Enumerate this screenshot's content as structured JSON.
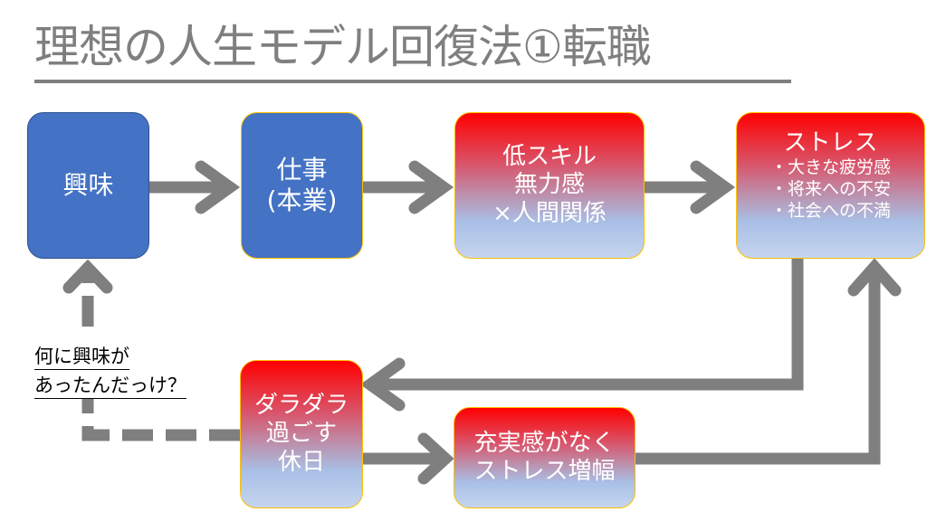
{
  "title": "理想の人生モデル回復法①転職",
  "colors": {
    "blue_box": "#4472c4",
    "gradient_top": "#ff0000",
    "gradient_bottom": "#a9bfe6",
    "arrow": "#7f7f7f",
    "box_border": "#ffc000"
  },
  "nodes": {
    "interest": {
      "lines": [
        "興味"
      ]
    },
    "work": {
      "lines": [
        "仕事",
        "(本業)"
      ]
    },
    "low_skill": {
      "lines": [
        "低スキル",
        "無力感",
        "×人間関係"
      ]
    },
    "stress": {
      "heading": "ストレス",
      "items": [
        "・大きな疲労感",
        "・将来への不安",
        "・社会への不満"
      ]
    },
    "lazy_holiday": {
      "lines": [
        "ダラダラ",
        "過ごす",
        "休日"
      ]
    },
    "no_fulfillment": {
      "lines": [
        "充実感がなく",
        "ストレス増幅"
      ]
    }
  },
  "note": {
    "lines": [
      "何に興味が",
      "あったんだっけ？"
    ]
  },
  "edges": [
    {
      "from": "interest",
      "to": "work",
      "style": "solid"
    },
    {
      "from": "work",
      "to": "low_skill",
      "style": "solid"
    },
    {
      "from": "low_skill",
      "to": "stress",
      "style": "solid"
    },
    {
      "from": "stress",
      "to": "lazy_holiday",
      "style": "solid"
    },
    {
      "from": "lazy_holiday",
      "to": "no_fulfillment",
      "style": "solid"
    },
    {
      "from": "no_fulfillment",
      "to": "stress",
      "style": "solid"
    },
    {
      "from": "lazy_holiday",
      "to": "interest",
      "style": "dashed"
    }
  ]
}
